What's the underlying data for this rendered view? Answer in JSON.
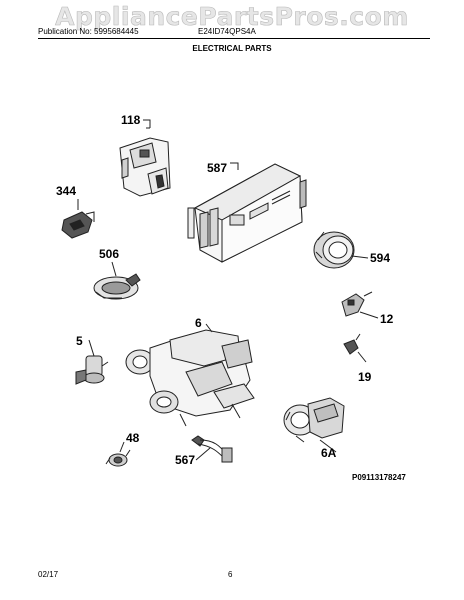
{
  "header": {
    "watermark": "AppliancePartsPros.com",
    "publication": "Publication No: 5995684445",
    "model": "E24ID74QPS4A",
    "section_title": "ELECTRICAL PARTS"
  },
  "callouts": {
    "c118": "118",
    "c587": "587",
    "c344": "344",
    "c506": "506",
    "c594": "594",
    "c12": "12",
    "c6": "6",
    "c5": "5",
    "c19": "19",
    "c48": "48",
    "c567": "567",
    "c6a": "6A"
  },
  "diagram_id": "P09113178247",
  "footer": {
    "date": "02/17",
    "page": "6"
  }
}
